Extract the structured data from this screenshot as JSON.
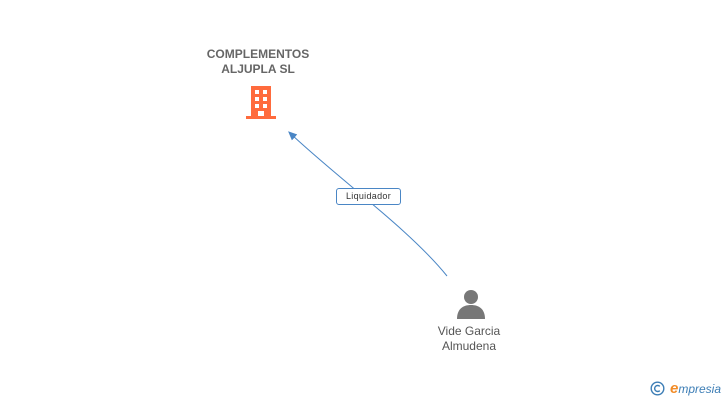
{
  "company": {
    "name_line1": "COMPLEMENTOS",
    "name_line2": "ALJUPLA SL",
    "icon": "building-icon",
    "color": "#ff6b3d"
  },
  "relation": {
    "label": "Liquidador",
    "color": "#4a86c5"
  },
  "person": {
    "name_line1": "Vide Garcia",
    "name_line2": "Almudena",
    "icon": "person-icon",
    "color": "#777777"
  },
  "footer": {
    "copyright_symbol": "©",
    "brand_initial": "e",
    "brand_rest": "mpresia",
    "accent_color": "#f28c28",
    "brand_color": "#3c7db5"
  }
}
